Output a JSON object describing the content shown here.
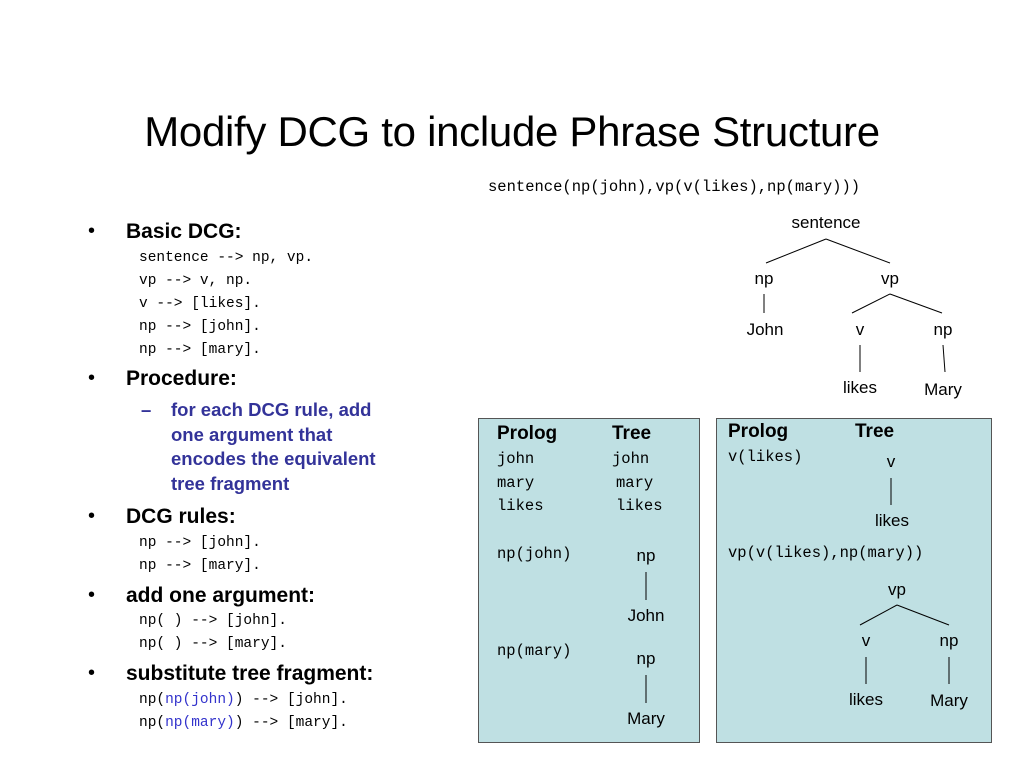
{
  "slide": {
    "title": "Modify DCG to include Phrase Structure",
    "term": "sentence(np(john),vp(v(likes),np(mary)))"
  },
  "bullets": {
    "symbol": "•",
    "dash": "–",
    "basic": {
      "label": "Basic DCG:",
      "code": [
        "sentence --> np, vp.",
        "vp --> v, np.",
        "v --> [likes].",
        "np --> [john].",
        "np --> [mary]."
      ]
    },
    "procedure": {
      "label": "Procedure:",
      "sub_lines": [
        "for each DCG rule, add",
        "one argument that",
        "encodes the equivalent",
        "tree fragment"
      ]
    },
    "rules": {
      "label": "DCG rules:",
      "code": [
        "np --> [john].",
        "np --> [mary]."
      ]
    },
    "add_arg": {
      "label": "add one argument:",
      "code": [
        "np( ) --> [john].",
        "np( ) --> [mary]."
      ]
    },
    "substitute": {
      "label": "substitute tree fragment:",
      "line1": {
        "pre": "np(",
        "arg": "np(john)",
        "post": ") --> [john]."
      },
      "line2": {
        "pre": "np(",
        "arg": "np(mary)",
        "post": ") --> [mary]."
      }
    }
  },
  "main_tree": {
    "root": "sentence",
    "np": "np",
    "vp": "vp",
    "john": "John",
    "v": "v",
    "np2": "np",
    "likes": "likes",
    "mary": "Mary"
  },
  "panel_left": {
    "header_prolog": "Prolog",
    "header_tree": "Tree",
    "rows": [
      {
        "prolog": "john",
        "tree": "john"
      },
      {
        "prolog": "mary",
        "tree": "mary"
      },
      {
        "prolog": "likes",
        "tree": "likes"
      }
    ],
    "np_john": {
      "term": "np(john)",
      "node": "np",
      "leaf": "John"
    },
    "np_mary": {
      "term": "np(mary)",
      "node": "np",
      "leaf": "Mary"
    }
  },
  "panel_right": {
    "header_prolog": "Prolog",
    "header_tree": "Tree",
    "v_likes": {
      "term": "v(likes)",
      "node": "v",
      "leaf": "likes"
    },
    "vp": {
      "term": "vp(v(likes),np(mary))",
      "root": "vp",
      "v": "v",
      "np": "np",
      "likes": "likes",
      "mary": "Mary"
    }
  }
}
